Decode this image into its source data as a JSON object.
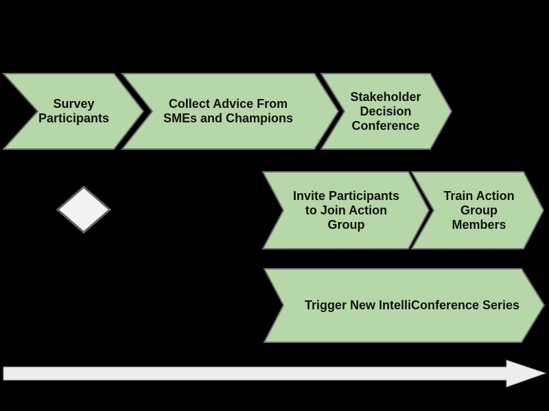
{
  "canvas": {
    "background": "#000000"
  },
  "colors": {
    "step_fill": "#b6d7a8",
    "step_border": "#6e6e6e",
    "decision_fill": "#f2f2f2",
    "decision_border": "#666666",
    "timeline_fill": "#ededed",
    "timeline_border": "#a6a6a6",
    "label_text": "#111111"
  },
  "steps": [
    {
      "label": "Survey\nParticipants"
    },
    {
      "label": "Collect Advice From\nSMEs and Champions"
    },
    {
      "label": "Stakeholder\nDecision\nConference"
    },
    {
      "label": "Invite Participants\nto Join Action\nGroup"
    },
    {
      "label": "Train Action\nGroup\nMembers"
    },
    {
      "label": "Trigger New IntelliConference Series"
    }
  ]
}
